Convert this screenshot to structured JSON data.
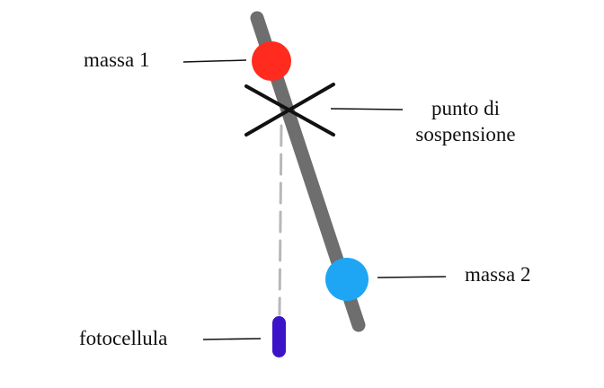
{
  "labels": {
    "mass_1": "massa 1",
    "mass_2": "massa 2",
    "pivot_line1": "punto di",
    "pivot_line2": "sospensione",
    "photocell": "fotocellula"
  },
  "colors": {
    "rod": "#6e6e6e",
    "mass_1": "#ff2b1f",
    "mass_2": "#1ea6f4",
    "photocell": "#3a14c6",
    "pivot_cross": "#111111",
    "leader_lines": "#111111",
    "vertical_reference": "#b8b8b8"
  }
}
